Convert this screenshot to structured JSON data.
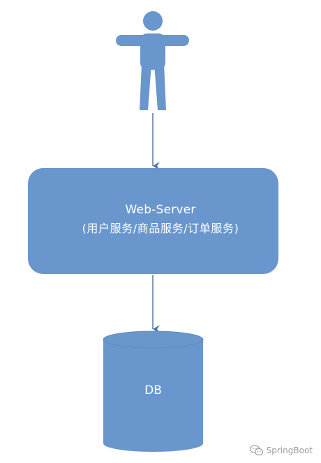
{
  "nodes": {
    "user": {
      "icon": "person-icon"
    },
    "server": {
      "title": "Web-Server",
      "subtitle": "(用户服务/商品服务/订单服务)"
    },
    "db": {
      "label": "DB"
    }
  },
  "edges": [
    {
      "from": "user",
      "to": "server"
    },
    {
      "from": "server",
      "to": "db"
    }
  ],
  "watermark": {
    "icon": "wechat-icon",
    "text": "SpringBoot"
  },
  "colors": {
    "shape_fill": "#6a96ce",
    "arrow": "#4a6f9f",
    "text_on_shape": "#ffffff",
    "watermark_text": "#9b9b9b"
  }
}
